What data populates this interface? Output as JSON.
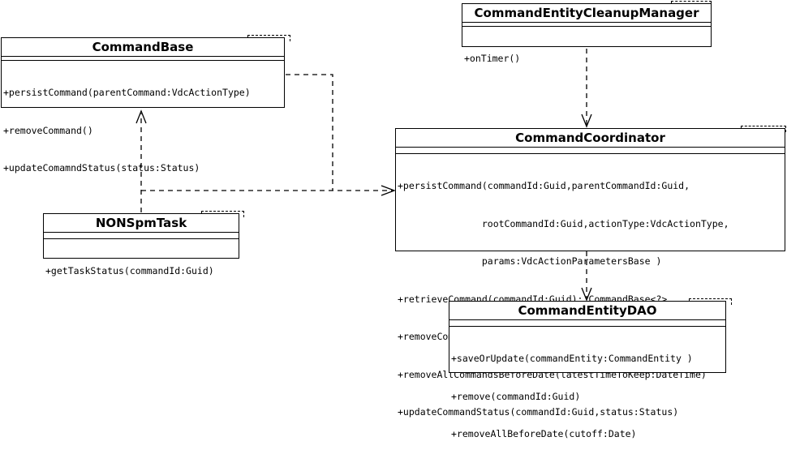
{
  "diagram": {
    "classes": {
      "command_base": {
        "name": "CommandBase",
        "operations": [
          "+persistCommand(parentCommand:VdcActionType)",
          "+removeCommand()",
          "+updateComamndStatus(status:Status)"
        ]
      },
      "cleanup_manager": {
        "name": "CommandEntityCleanupManager",
        "operations": [
          "+onTimer()"
        ]
      },
      "coordinator": {
        "name": "CommandCoordinator",
        "operations": [
          "+persistCommand(commandId:Guid,parentCommandId:Guid,",
          "               rootCommandId:Guid,actionType:VdcActionType,",
          "               params:VdcActionParametersBase )",
          "+retrieveCommand(commandId:Guid): CommandBase<?>",
          "+removeCommand(commandId:Guid)",
          "+removeAllCommandsBeforeDate(latestTimeToKeep:DateTime)",
          "+updateCommandStatus(commandId:Guid,status:Status)"
        ]
      },
      "nonspm_task": {
        "name": "NONSpmTask",
        "operations": [
          "+getTaskStatus(commandId:Guid)"
        ]
      },
      "entity_dao": {
        "name": "CommandEntityDAO",
        "operations": [
          "+saveOrUpdate(commandEntity:CommandEntity )",
          "+remove(commandId:Guid)",
          "+removeAllBeforeDate(cutoff:Date)"
        ]
      }
    }
  }
}
